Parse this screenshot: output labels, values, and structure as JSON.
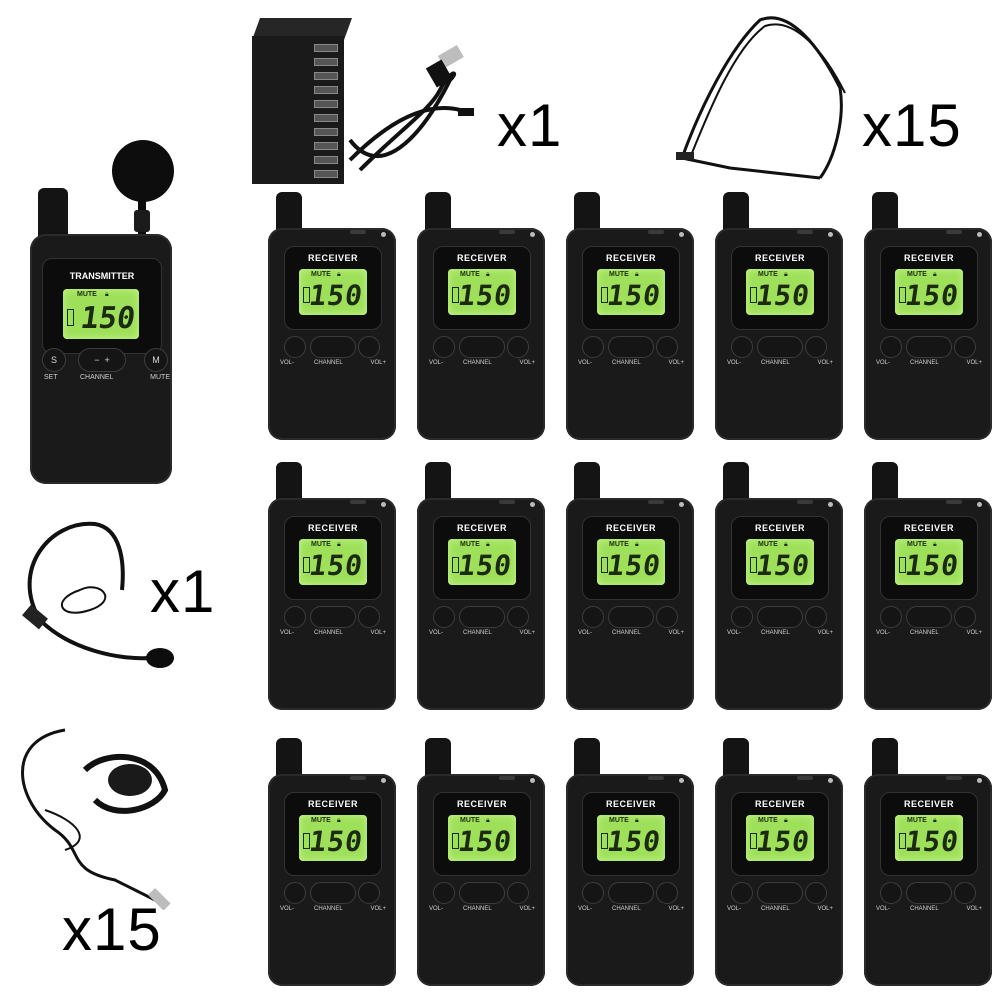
{
  "quantities": {
    "charger": "x1",
    "lanyard": "x15",
    "headset": "x1",
    "earpiece": "x15"
  },
  "transmitter": {
    "model": "TRANSMITTER",
    "mute": "MUTE",
    "channel": "150",
    "btn_set": "S",
    "btn_mute": "M",
    "label_set": "SET",
    "label_channel": "CHANNEL",
    "label_mute": "MUTE"
  },
  "receiver": {
    "model": "RECEIVER",
    "mute": "MUTE",
    "channel": "150",
    "label_vol_down": "VOL-",
    "label_channel": "CHANNEL",
    "label_vol_up": "VOL+"
  },
  "colors": {
    "device_body": "#1a1a1a",
    "lcd_backlight": "#9ee05a",
    "background": "#ffffff"
  }
}
